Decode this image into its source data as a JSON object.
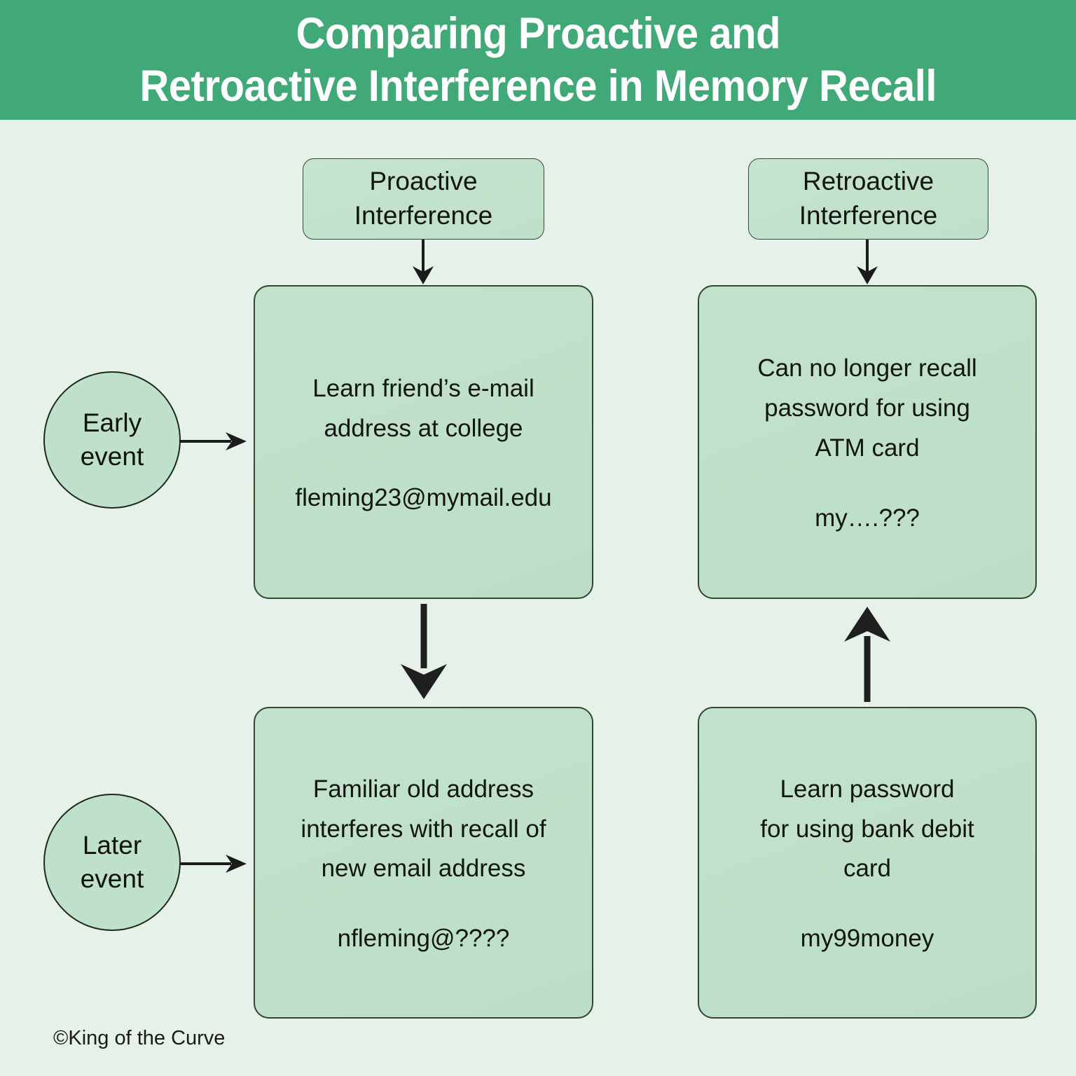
{
  "header": {
    "title": "Comparing Proactive and\nRetroactive Interference in Memory Recall",
    "background_color": "#41a877",
    "text_color": "#ffffff"
  },
  "page": {
    "background_color": "#e6f2e9",
    "box_fill_color": "#bfe0ca",
    "box_border_color": "#32472f",
    "credit": "©King of the Curve"
  },
  "columns": {
    "proactive": {
      "header_label": "Proactive\nInterference",
      "early_box": {
        "statement": "Learn friend’s e-mail\naddress at college",
        "example": "fleming23@mymail.edu"
      },
      "later_box": {
        "statement": "Familiar old address\ninterferes with recall of\nnew email address",
        "example": "nfleming@????"
      }
    },
    "retroactive": {
      "header_label": "Retroactive\nInterference",
      "early_box": {
        "statement": "Can no longer recall\npassword for using\nATM card",
        "example": "my….???"
      },
      "later_box": {
        "statement": "Learn password\nfor using bank debit\ncard",
        "example": "my99money"
      }
    }
  },
  "timeline": {
    "early_label": "Early\nevent",
    "later_label": "Later\nevent"
  },
  "arrows": {
    "proactive_header_to_box": "arrow-down-icon",
    "retroactive_header_to_box": "arrow-down-icon",
    "early_event_to_proactive": "arrow-right-icon",
    "later_event_to_proactive": "arrow-right-icon",
    "proactive_early_to_later": "arrow-down-thick-icon",
    "retroactive_later_to_early": "arrow-up-thick-icon"
  }
}
